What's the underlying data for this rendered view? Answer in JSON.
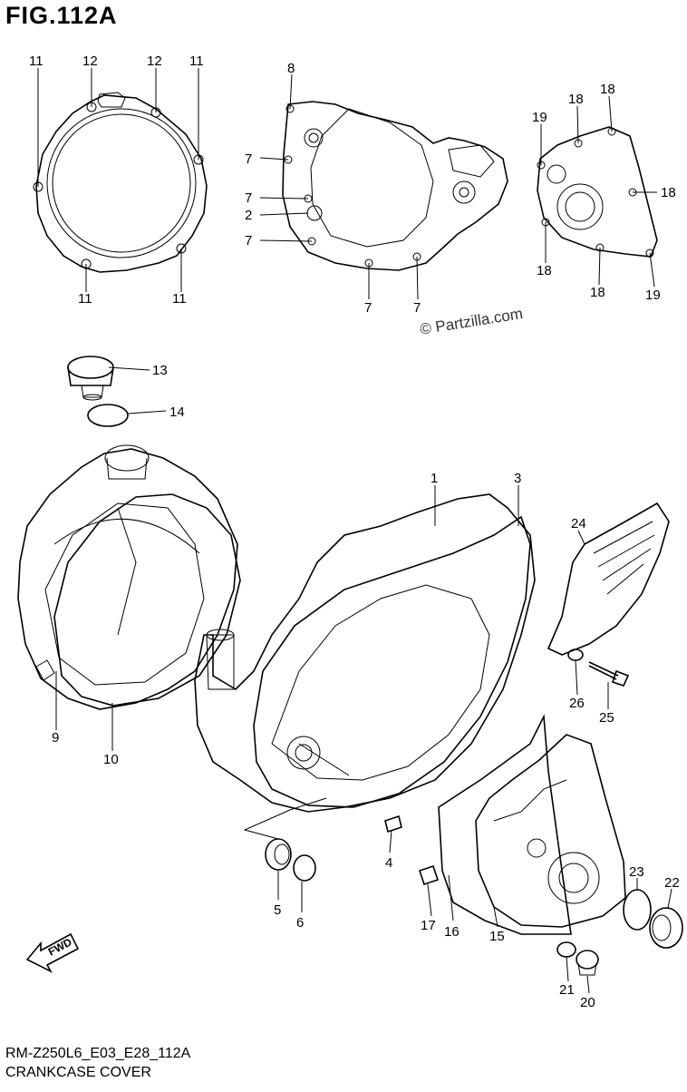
{
  "title": "FIG.112A",
  "drawing_code": "RM-Z250L6_E03_E28_112A",
  "subtitle": "CRANKCASE COVER",
  "watermark": "© Partzilla.com",
  "direction_label": "FWD",
  "callouts": [
    {
      "id": "c11a",
      "text": "11"
    },
    {
      "id": "c12a",
      "text": "12"
    },
    {
      "id": "c12b",
      "text": "12"
    },
    {
      "id": "c11b",
      "text": "11"
    },
    {
      "id": "c11c",
      "text": "11"
    },
    {
      "id": "c11d",
      "text": "11"
    },
    {
      "id": "c8",
      "text": "8"
    },
    {
      "id": "c7a",
      "text": "7"
    },
    {
      "id": "c7b",
      "text": "7"
    },
    {
      "id": "c2",
      "text": "2"
    },
    {
      "id": "c7c",
      "text": "7"
    },
    {
      "id": "c7d",
      "text": "7"
    },
    {
      "id": "c7e",
      "text": "7"
    },
    {
      "id": "c19a",
      "text": "19"
    },
    {
      "id": "c18a",
      "text": "18"
    },
    {
      "id": "c18b",
      "text": "18"
    },
    {
      "id": "c18c",
      "text": "18"
    },
    {
      "id": "c18d",
      "text": "18"
    },
    {
      "id": "c18e",
      "text": "18"
    },
    {
      "id": "c19b",
      "text": "19"
    },
    {
      "id": "c13",
      "text": "13"
    },
    {
      "id": "c14",
      "text": "14"
    },
    {
      "id": "c1",
      "text": "1"
    },
    {
      "id": "c3",
      "text": "3"
    },
    {
      "id": "c24",
      "text": "24"
    },
    {
      "id": "c9",
      "text": "9"
    },
    {
      "id": "c10",
      "text": "10"
    },
    {
      "id": "c26",
      "text": "26"
    },
    {
      "id": "c25",
      "text": "25"
    },
    {
      "id": "c4",
      "text": "4"
    },
    {
      "id": "c5",
      "text": "5"
    },
    {
      "id": "c6",
      "text": "6"
    },
    {
      "id": "c17",
      "text": "17"
    },
    {
      "id": "c16",
      "text": "16"
    },
    {
      "id": "c15",
      "text": "15"
    },
    {
      "id": "c23",
      "text": "23"
    },
    {
      "id": "c22",
      "text": "22"
    },
    {
      "id": "c21",
      "text": "21"
    },
    {
      "id": "c20",
      "text": "20"
    }
  ]
}
